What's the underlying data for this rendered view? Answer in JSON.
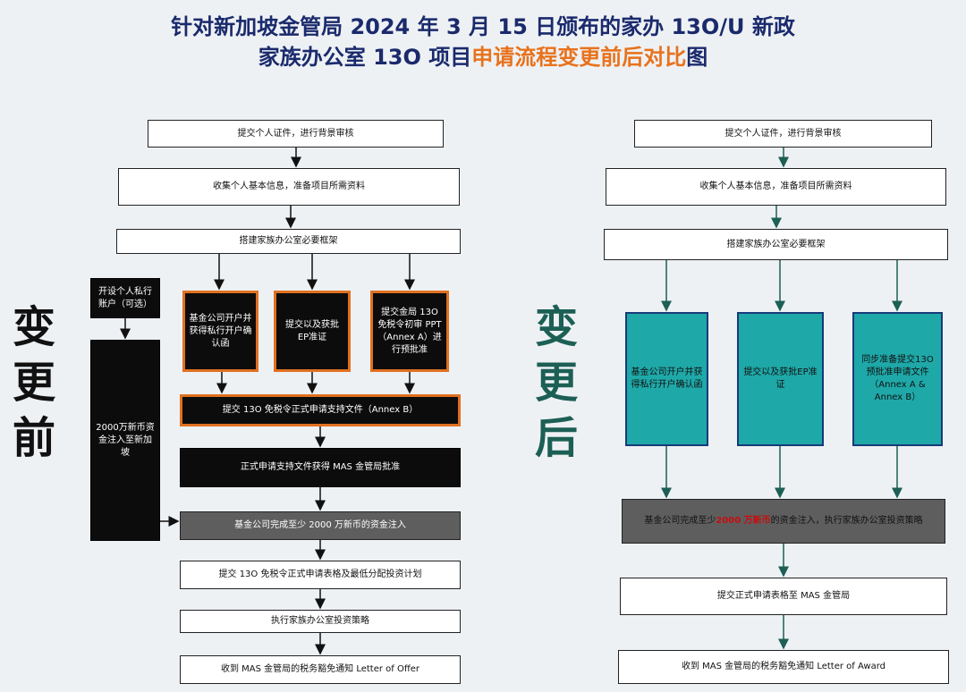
{
  "title": {
    "line1": "针对新加坡金管局 2024 年 3 月 15 日颁布的家办 13O/U 新政",
    "line2_prefix": "家族办公室 13O 项目",
    "line2_highlight": "申请流程变更前后对比",
    "line2_suffix": "图"
  },
  "before": {
    "label": "变更前",
    "steps": {
      "s1": "提交个人证件，进行背景审核",
      "s2": "收集个人基本信息，准备项目所需资料",
      "s3": "搭建家族办公室必要框架",
      "side1": "开设个人私行账户（可选）",
      "side2": "2000万新币资金注入至新加坡",
      "p1": "基金公司开户并获得私行开户确认函",
      "p2": "提交以及获批EP准证",
      "p3": "提交金局 13O 免税令初审 PPT（Annex A）进行预批准",
      "s4": "提交 13O 免税令正式申请支持文件（Annex B）",
      "s5": "正式申请支持文件获得 MAS 金管局批准",
      "s6": "基金公司完成至少 2000 万新币的资金注入",
      "s7": "提交 13O 免税令正式申请表格及最低分配投资计划",
      "s8": "执行家族办公室投资策略",
      "s9": "收到 MAS 金管局的税务豁免通知 Letter of Offer"
    }
  },
  "after": {
    "label": "变更后",
    "steps": {
      "s1": "提交个人证件，进行背景审核",
      "s2": "收集个人基本信息，准备项目所需资料",
      "s3": "搭建家族办公室必要框架",
      "p1": "基金公司开户并获得私行开户确认函",
      "p2": "提交以及获批EP准证",
      "p3": "同步准备提交13O预批准申请文件（Annex A & Annex B）",
      "s4_prefix": "基金公司完成至少",
      "s4_highlight": "2000 万新币",
      "s4_suffix": "的资金注入，执行家族办公室投资策略",
      "s5": "提交正式申请表格至 MAS 金管局",
      "s6": "收到 MAS 金管局的税务豁免通知 Letter of Award"
    }
  },
  "colors": {
    "title": "#1a2a6c",
    "highlight": "#e8721c",
    "before_box_border": "#e07020",
    "after_box_fill": "#1fa8a8",
    "after_box_border": "#173a7a",
    "after_label": "#1c5f55",
    "arrow_right": "#1c5f55"
  }
}
